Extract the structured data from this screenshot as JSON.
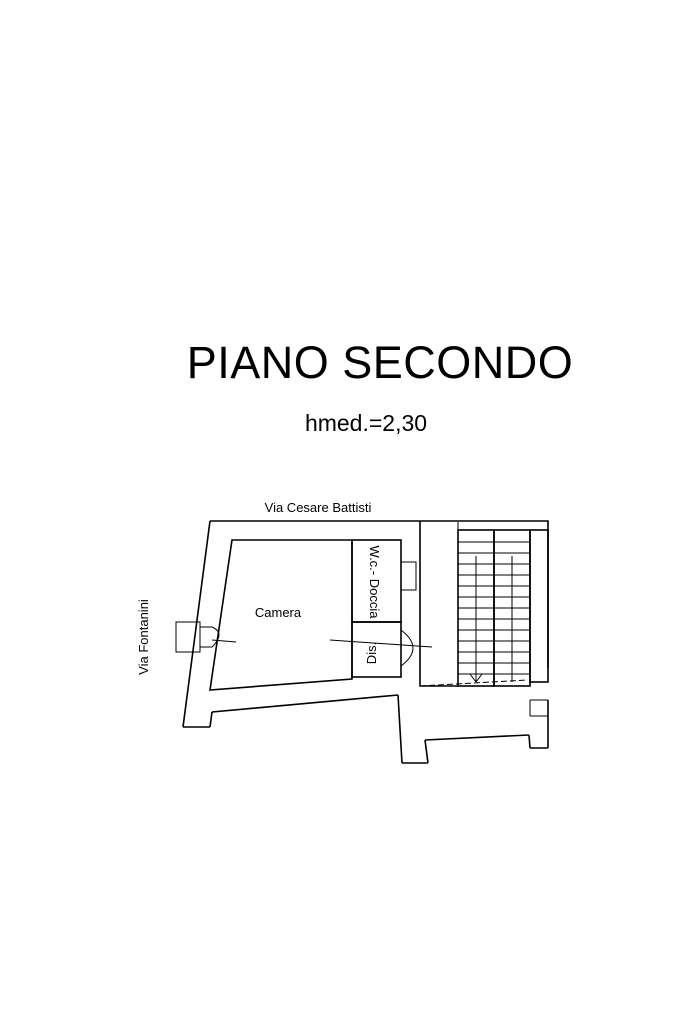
{
  "title": "PIANO SECONDO",
  "subtitle": "hmed.=2,30",
  "plan": {
    "street_top": "Via Cesare Battisti",
    "street_left": "Via Fontanini",
    "rooms": {
      "camera": "Camera",
      "wc": "W.c.- Doccia",
      "dis": "Dis."
    }
  }
}
